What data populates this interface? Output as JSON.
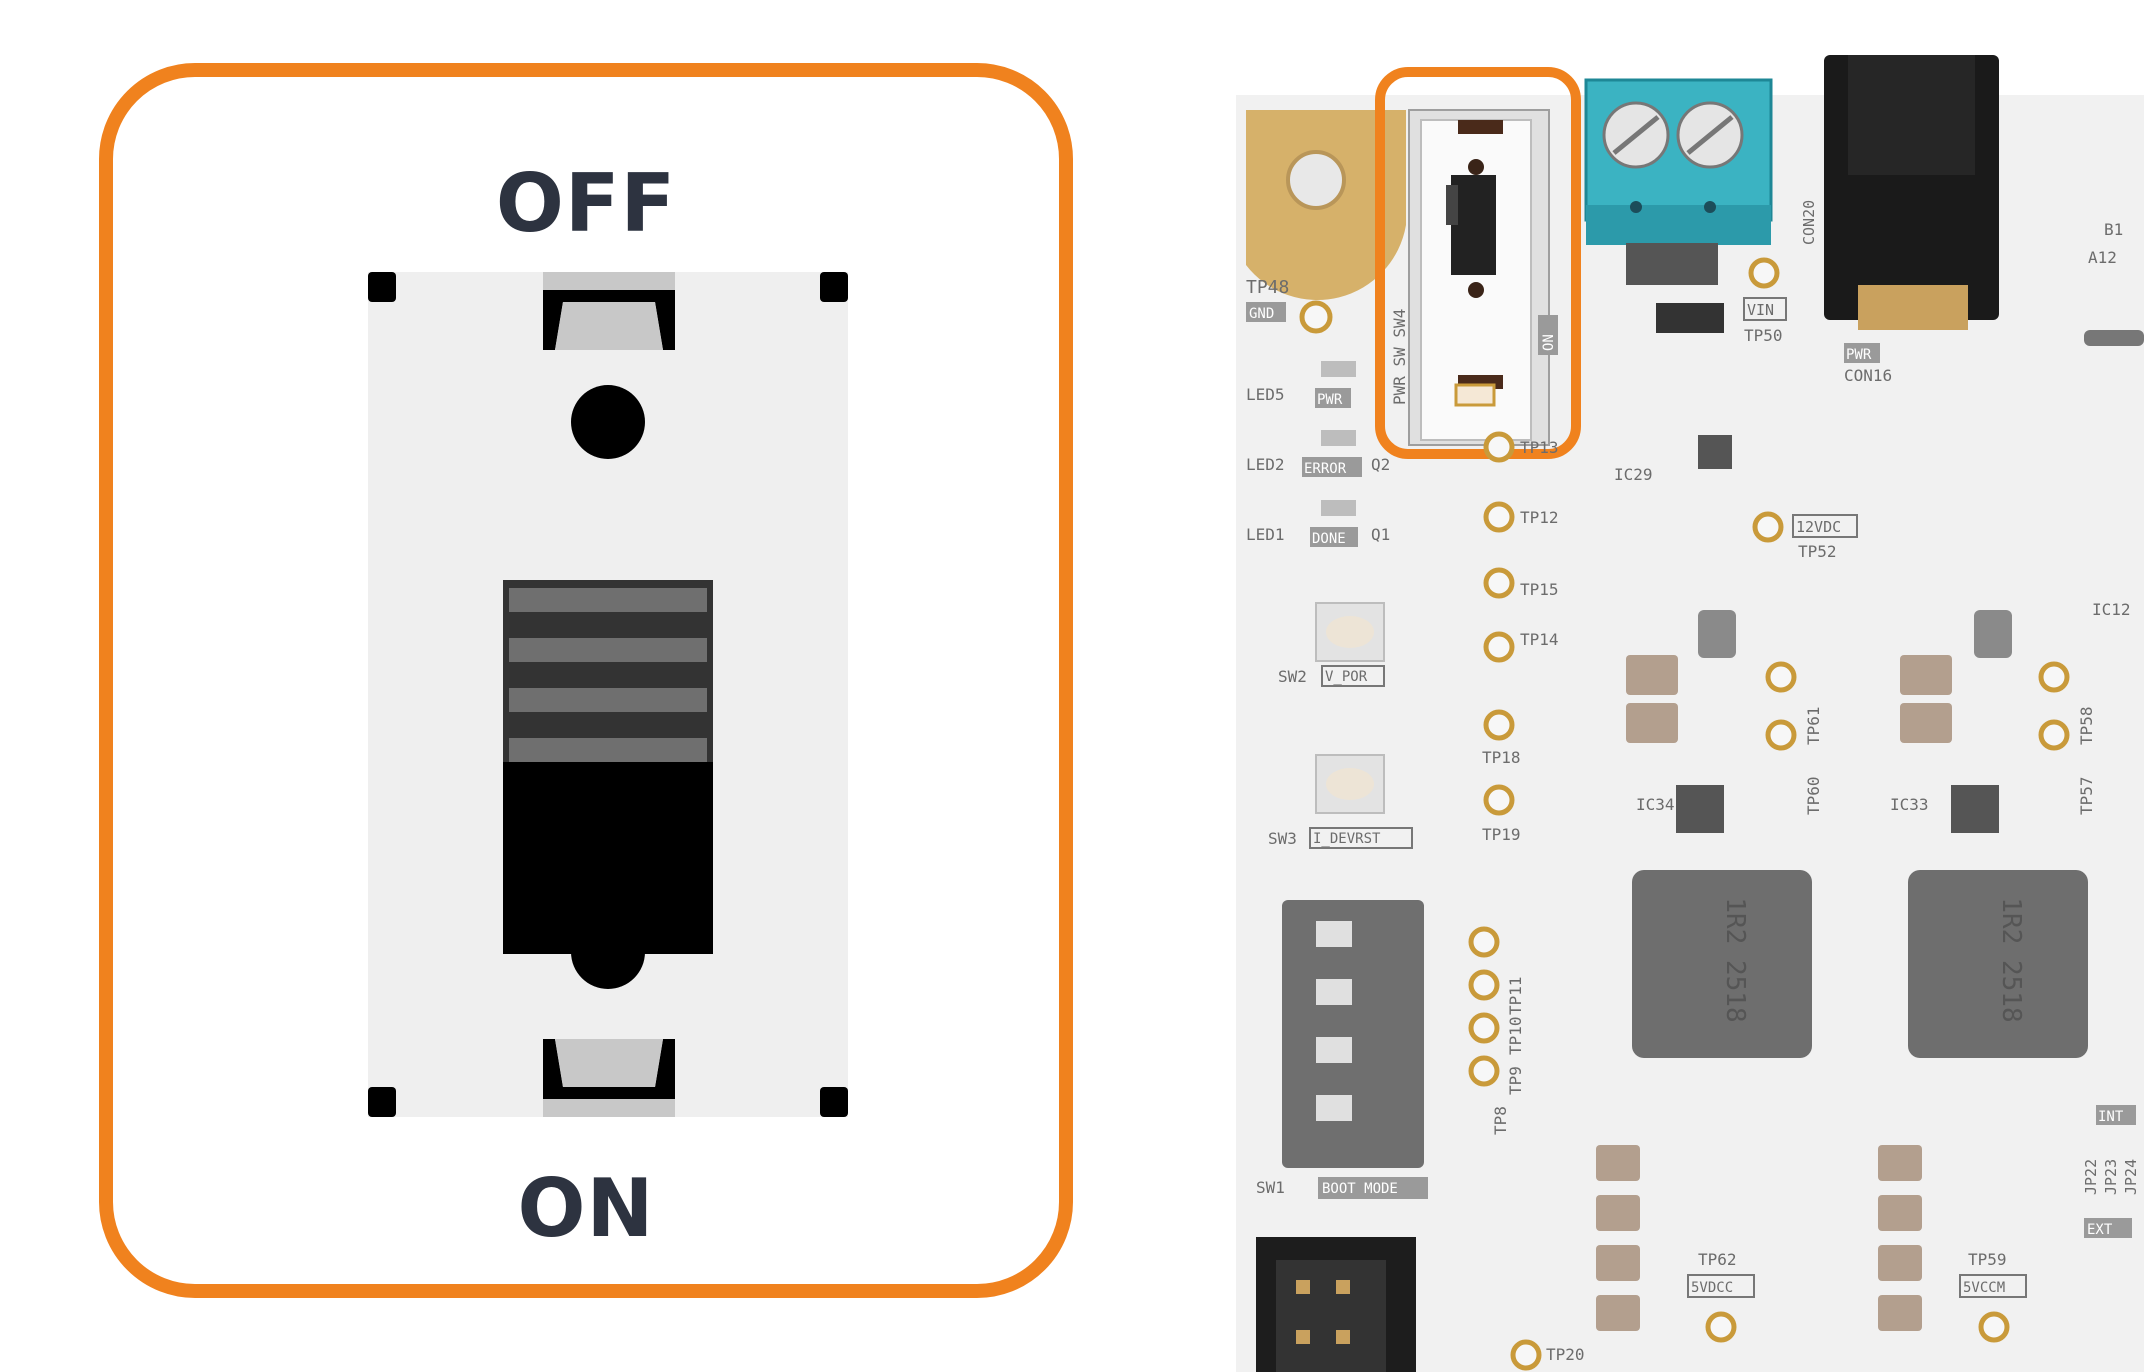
{
  "callout": {
    "off_label": "OFF",
    "on_label": "ON",
    "accent_color": "#f0821e"
  },
  "board": {
    "silkscreen": {
      "tp48": "TP48",
      "gnd": "GND",
      "pwr_sw": "PWR SW SW4",
      "on": "ON",
      "vin": "VIN",
      "tp50": "TP50",
      "pwr": "PWR",
      "con16": "CON16",
      "con20": "CON20",
      "b1": "B1",
      "a12": "A12",
      "led5": "LED5",
      "pwr_led": "PWR",
      "led2": "LED2",
      "error": "ERROR",
      "q2": "Q2",
      "led1": "LED1",
      "done": "DONE",
      "q1": "Q1",
      "ic29": "IC29",
      "tp13": "TP13",
      "tp12": "TP12",
      "v12vdc": "12VDC",
      "tp52": "TP52",
      "tp15": "TP15",
      "tp14": "TP14",
      "ic12": "IC12",
      "sw2": "SW2",
      "v_por": "V_POR",
      "tp18": "TP18",
      "tp19": "TP19",
      "sw3": "SW3",
      "i_devrst": "I_DEVRST",
      "ic34": "IC34",
      "ic33": "IC33",
      "tp61": "TP61",
      "tp60": "TP60",
      "tp58": "TP58",
      "tp57": "TP57",
      "sw1": "SW1",
      "boot_mode": "BOOT MODE",
      "tp11": "TP11",
      "tp10": "TP10",
      "tp9": "TP9",
      "tp8": "TP8",
      "jp22": "JP22",
      "jp23": "JP23",
      "jp24": "JP24",
      "int": "INT",
      "ext": "EXT",
      "tp62": "TP62",
      "v5vdcc": "5VDCC",
      "tp59": "TP59",
      "v5vccm": "5VCCM",
      "tp20": "TP20",
      "inductor_value": "1R2 2518"
    }
  }
}
